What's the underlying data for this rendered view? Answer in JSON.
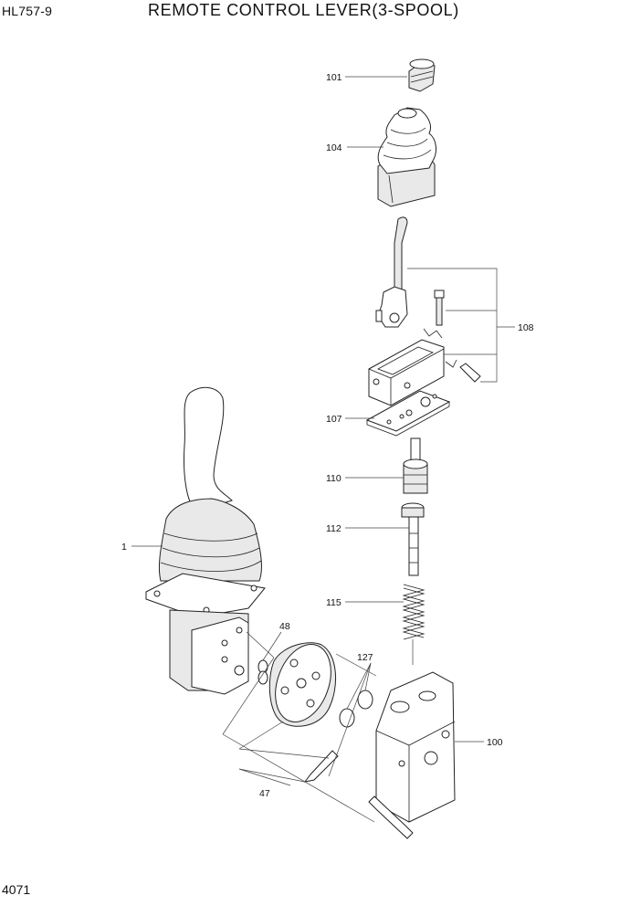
{
  "header": {
    "model": "HL757-9",
    "title": "REMOTE CONTROL LEVER(3-SPOOL)"
  },
  "footer": {
    "page_number": "4071"
  },
  "callouts": {
    "c101": "101",
    "c104": "104",
    "c108": "108",
    "c107": "107",
    "c110": "110",
    "c112": "112",
    "c115": "115",
    "c1": "1",
    "c48": "48",
    "c127": "127",
    "c100": "100",
    "c47": "47"
  }
}
